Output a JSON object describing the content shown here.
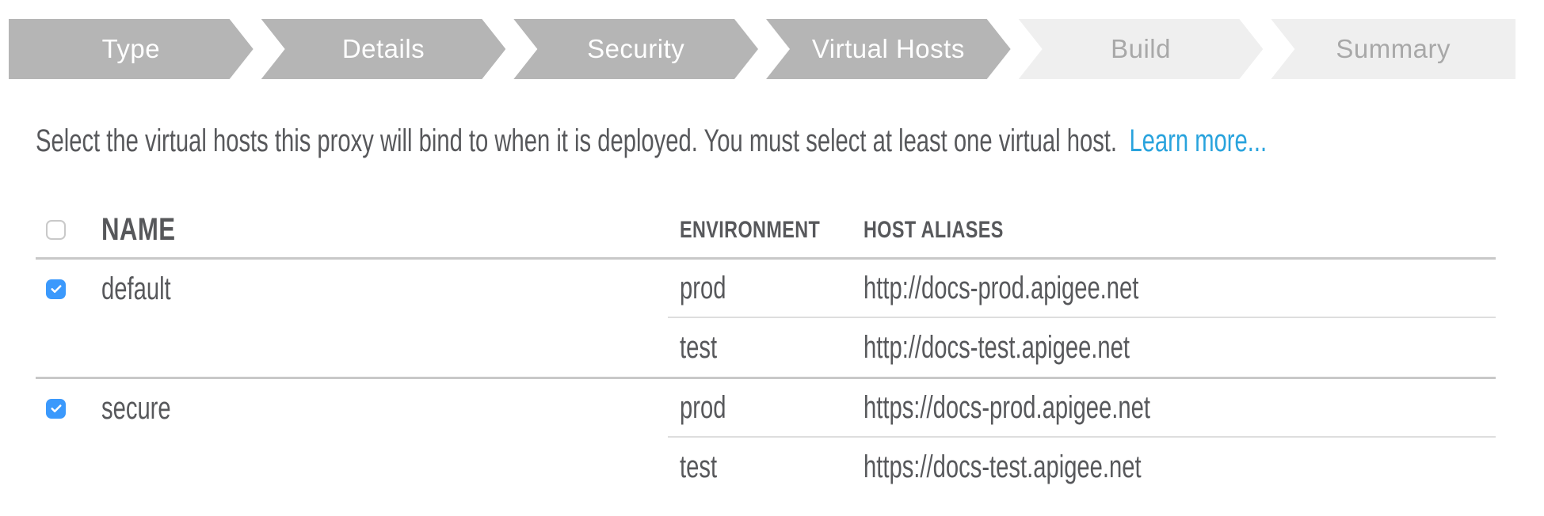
{
  "wizard": {
    "steps": [
      {
        "label": "Type",
        "state": "active"
      },
      {
        "label": "Details",
        "state": "active"
      },
      {
        "label": "Security",
        "state": "active"
      },
      {
        "label": "Virtual Hosts",
        "state": "active"
      },
      {
        "label": "Build",
        "state": "inactive"
      },
      {
        "label": "Summary",
        "state": "inactive"
      }
    ]
  },
  "intro": {
    "text": "Select the virtual hosts this proxy will bind to when it is deployed. You must select at least one virtual host.",
    "link_label": "Learn more..."
  },
  "table": {
    "columns": {
      "name": "NAME",
      "environment": "ENVIRONMENT",
      "host_aliases": "HOST ALIASES"
    },
    "select_all_checked": false,
    "rows": [
      {
        "name": "default",
        "checked": true,
        "bindings": [
          {
            "environment": "prod",
            "host_alias": "http://docs-prod.apigee.net"
          },
          {
            "environment": "test",
            "host_alias": "http://docs-test.apigee.net"
          }
        ]
      },
      {
        "name": "secure",
        "checked": true,
        "bindings": [
          {
            "environment": "prod",
            "host_alias": "https://docs-prod.apigee.net"
          },
          {
            "environment": "test",
            "host_alias": "https://docs-test.apigee.net"
          }
        ]
      }
    ]
  },
  "colors": {
    "step_active_bg": "#b5b5b5",
    "step_inactive_bg": "#efefef",
    "step_active_text": "#ffffff",
    "step_inactive_text": "#a8a8a8",
    "body_text": "#57585b",
    "link": "#29a3dd",
    "checkbox_checked": "#3b99fc",
    "divider": "#c8c8c8",
    "sub_divider": "#dedede"
  }
}
